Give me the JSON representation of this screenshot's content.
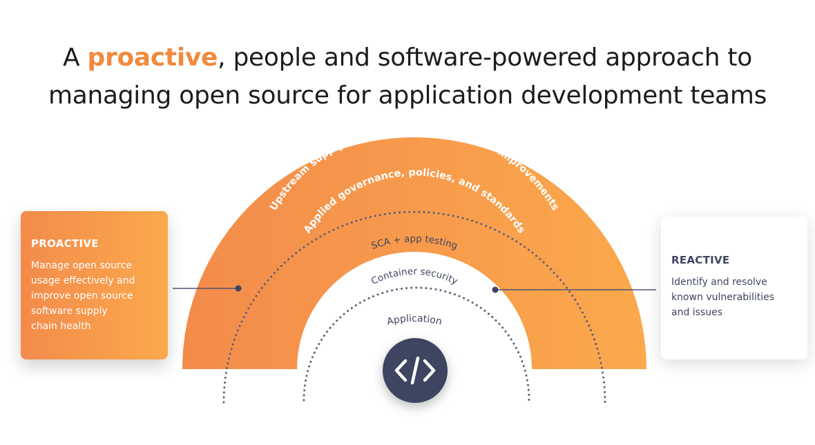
{
  "headline": {
    "prefix": "A ",
    "highlight": "proactive",
    "line1_rest": ", people and software-powered approach to",
    "line2": "managing open source for application development teams"
  },
  "arc_labels": {
    "outer": "Upstream supply chain health and resilience improvements",
    "inner": "Applied governance, policies, and standards",
    "sca": "SCA + app testing",
    "container": "Container security",
    "application": "Application"
  },
  "proactive_card": {
    "title": "PROACTIVE",
    "body": [
      "Manage open source",
      "usage effectively and",
      "improve open source",
      "software supply",
      "chain health"
    ]
  },
  "reactive_card": {
    "title": "REACTIVE",
    "body": [
      "Identify and resolve",
      "known vulnerabilities",
      "and issues"
    ]
  },
  "icons": {
    "application": "code-brackets-icon"
  },
  "colors": {
    "accent": "#f08a3e",
    "arc_start": "#f38b4b",
    "arc_end": "#fba94c",
    "dark": "#3e4560"
  }
}
